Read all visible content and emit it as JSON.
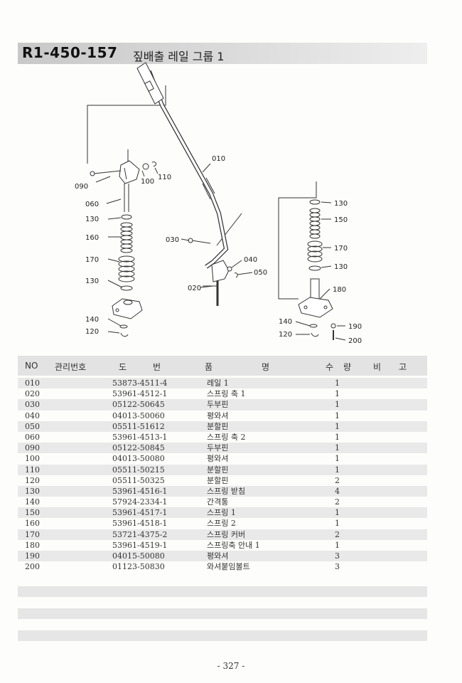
{
  "title": {
    "code": "R1-450-157",
    "name": "짚배출 레일 그룹 1"
  },
  "diagram_labels": {
    "l010": "010",
    "l090": "090",
    "l100": "100",
    "l110": "110",
    "l060": "060",
    "l130a": "130",
    "l160": "160",
    "l170a": "170",
    "l130b": "130",
    "l140a": "140",
    "l120a": "120",
    "l030": "030",
    "l040": "040",
    "l050": "050",
    "l020": "020",
    "l130c": "130",
    "l150": "150",
    "l170b": "170",
    "l130d": "130",
    "l180": "180",
    "l140b": "140",
    "l190": "190",
    "l120b": "120",
    "l200": "200"
  },
  "table": {
    "headers": {
      "no": "NO",
      "mgmt": "관리번호",
      "partno_a": "도",
      "partno_b": "번",
      "name_a": "품",
      "name_b": "명",
      "qty_a": "수",
      "qty_b": "량",
      "note_a": "비",
      "note_b": "고"
    },
    "rows": [
      {
        "no": "010",
        "part": "53873-4511-4",
        "name": "레일 1",
        "qty": "1"
      },
      {
        "no": "020",
        "part": "53961-4512-1",
        "name": "스프링 축 1",
        "qty": "1"
      },
      {
        "no": "030",
        "part": "05122-50645",
        "name": "두부핀",
        "qty": "1"
      },
      {
        "no": "040",
        "part": "04013-50060",
        "name": "평와셔",
        "qty": "1"
      },
      {
        "no": "050",
        "part": "05511-51612",
        "name": "분할핀",
        "qty": "1"
      },
      {
        "no": "060",
        "part": "53961-4513-1",
        "name": "스프링 축 2",
        "qty": "1"
      },
      {
        "no": "090",
        "part": "05122-50845",
        "name": "두부핀",
        "qty": "1"
      },
      {
        "no": "100",
        "part": "04013-50080",
        "name": "평와셔",
        "qty": "1"
      },
      {
        "no": "110",
        "part": "05511-50215",
        "name": "분할핀",
        "qty": "1"
      },
      {
        "no": "120",
        "part": "05511-50325",
        "name": "분할핀",
        "qty": "2"
      },
      {
        "no": "130",
        "part": "53961-4516-1",
        "name": "스프링 받침",
        "qty": "4"
      },
      {
        "no": "140",
        "part": "57924-2334-1",
        "name": "간격통",
        "qty": "2"
      },
      {
        "no": "150",
        "part": "53961-4517-1",
        "name": "스프링 1",
        "qty": "1"
      },
      {
        "no": "160",
        "part": "53961-4518-1",
        "name": "스프링 2",
        "qty": "1"
      },
      {
        "no": "170",
        "part": "53721-4375-2",
        "name": "스프링 커버",
        "qty": "2"
      },
      {
        "no": "180",
        "part": "53961-4519-1",
        "name": "스프링축 안내 1",
        "qty": "1"
      },
      {
        "no": "190",
        "part": "04015-50080",
        "name": "평와셔",
        "qty": "3"
      },
      {
        "no": "200",
        "part": "01123-50830",
        "name": "와셔붙임볼트",
        "qty": "3"
      }
    ]
  },
  "page_number": "- 327 -"
}
